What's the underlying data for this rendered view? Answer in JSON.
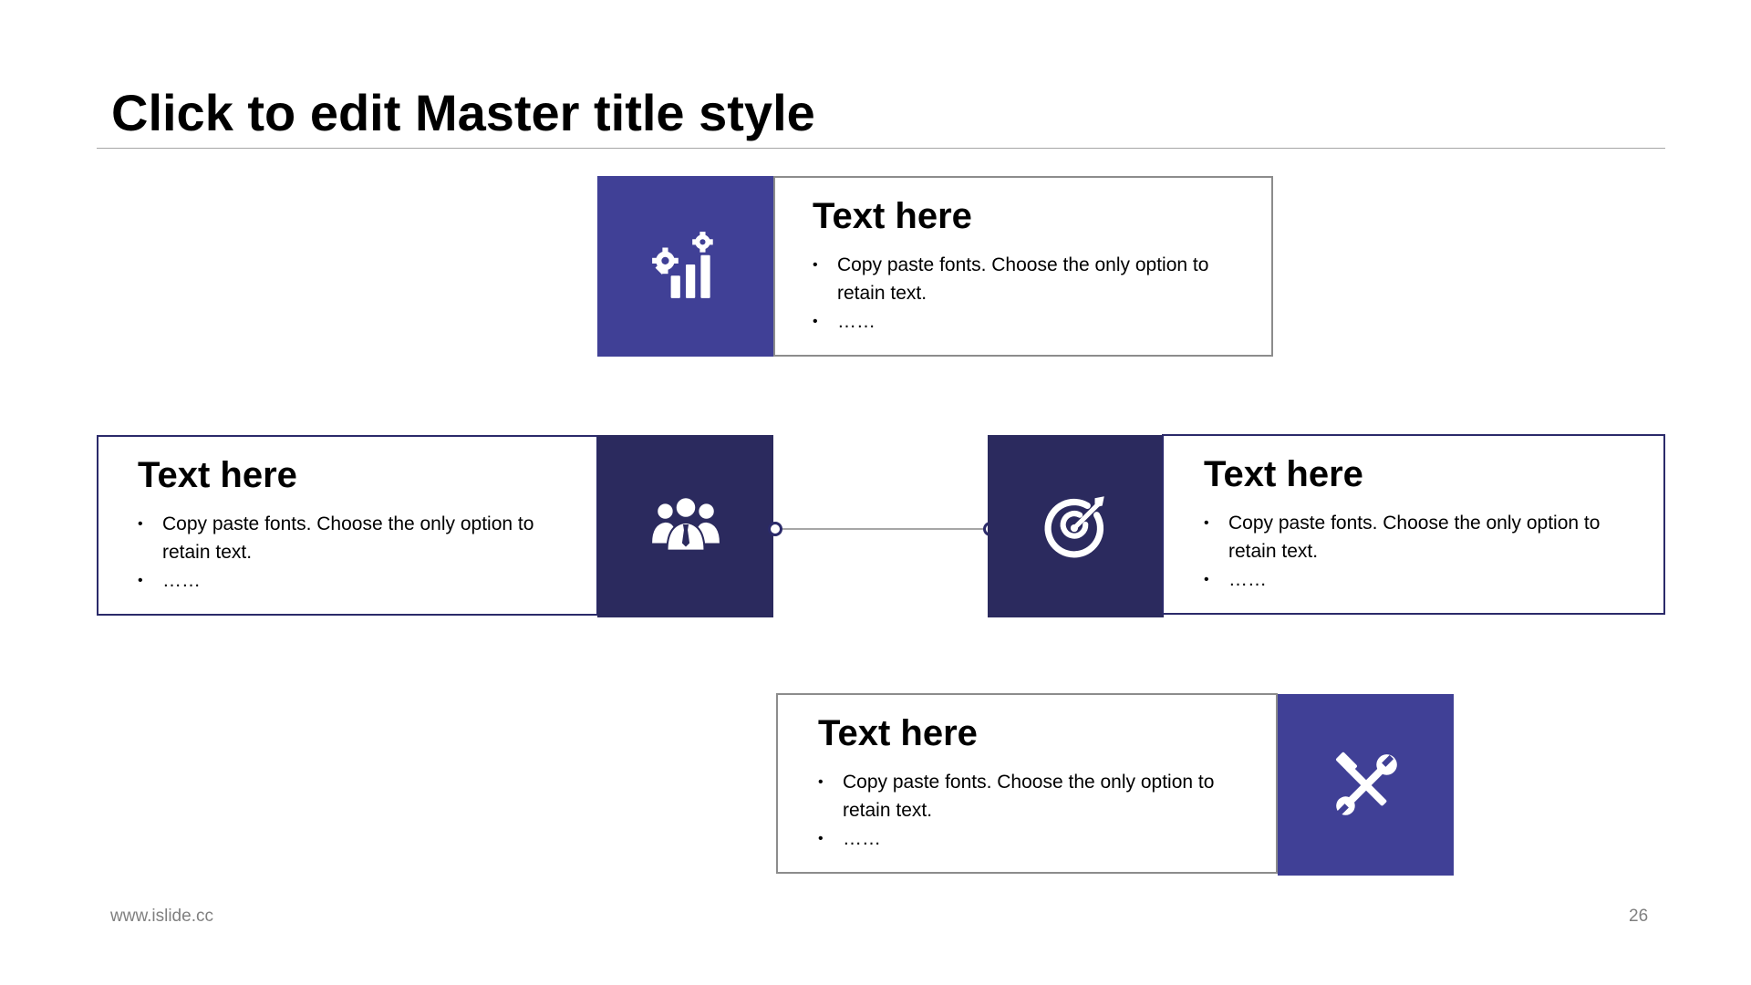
{
  "slide": {
    "title": "Click to edit Master title style",
    "footer_url": "www.islide.cc",
    "page_number": "26"
  },
  "colors": {
    "accent_light": "#404096",
    "accent_dark": "#2b2a5e",
    "border_gray": "#8c8c8c",
    "rule_gray": "#a6a6a6"
  },
  "cards": [
    {
      "id": "top",
      "icon": "analytics-gear-icon",
      "heading": "Text here",
      "bullets": [
        "Copy paste fonts. Choose the only option to retain text.",
        "……"
      ]
    },
    {
      "id": "left",
      "icon": "team-icon",
      "heading": "Text here",
      "bullets": [
        "Copy paste fonts. Choose the only option to retain text.",
        "……"
      ]
    },
    {
      "id": "right",
      "icon": "target-icon",
      "heading": "Text here",
      "bullets": [
        "Copy paste fonts. Choose the only option to retain text.",
        "……"
      ]
    },
    {
      "id": "bottom",
      "icon": "tools-icon",
      "heading": "Text here",
      "bullets": [
        "Copy paste fonts. Choose the only option to retain text.",
        "……"
      ]
    }
  ]
}
